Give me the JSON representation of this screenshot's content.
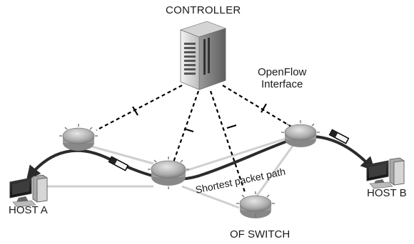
{
  "labels": {
    "controller": "CONTROLLER",
    "openflow_line1": "OpenFlow",
    "openflow_line2": "Interface",
    "host_a": "HOST A",
    "host_b": "HOST B",
    "of_switch": "OF SWITCH",
    "shortest_path": "Shortest packet path"
  },
  "nodes": [
    {
      "name": "controller-server",
      "icon": "server-tower-icon"
    },
    {
      "name": "switch-top-left",
      "icon": "openflow-switch-icon"
    },
    {
      "name": "switch-center",
      "icon": "openflow-switch-icon"
    },
    {
      "name": "switch-right",
      "icon": "openflow-switch-icon"
    },
    {
      "name": "switch-bottom",
      "icon": "openflow-switch-icon"
    },
    {
      "name": "host-a",
      "icon": "desktop-computer-icon"
    },
    {
      "name": "host-b",
      "icon": "desktop-computer-icon"
    }
  ],
  "colors": {
    "path": "#2b2b2b",
    "link": "#cfcfcf",
    "control_link": "#000000",
    "switch_body": "#b5b5b5"
  }
}
